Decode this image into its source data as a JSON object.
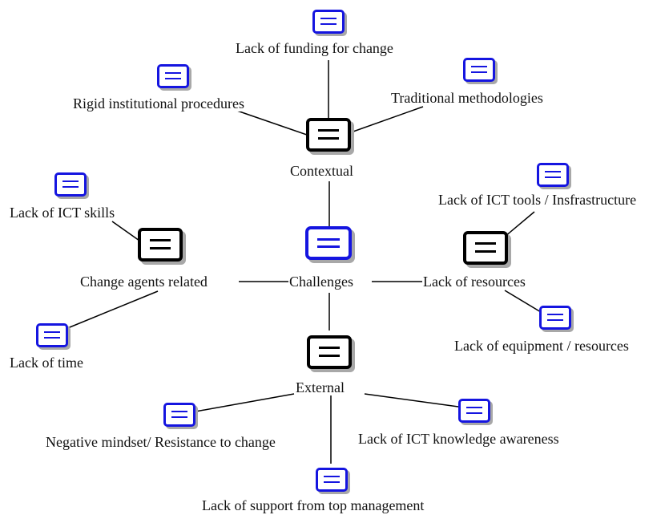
{
  "root": {
    "label": "Challenges"
  },
  "categories": [
    {
      "label": "Contextual"
    },
    {
      "label": "Lack of resources"
    },
    {
      "label": "External"
    },
    {
      "label": "Change agents related"
    }
  ],
  "leaves": {
    "contextual": [
      {
        "label": "Lack of funding for change"
      },
      {
        "label": "Rigid institutional procedures"
      },
      {
        "label": "Traditional methodologies"
      }
    ],
    "resources": [
      {
        "label": "Lack of ICT tools / Insfrastructure"
      },
      {
        "label": "Lack of equipment / resources"
      }
    ],
    "external": [
      {
        "label": "Negative mindset/ Resistance to change"
      },
      {
        "label": "Lack of support from top management"
      },
      {
        "label": "Lack of ICT knowledge awareness"
      }
    ],
    "agents": [
      {
        "label": "Lack of ICT skills"
      },
      {
        "label": "Lack of time"
      }
    ]
  },
  "colors": {
    "leaf_icon": "#1515e0",
    "category_icon": "#000000",
    "shadow": "#a8a8a8",
    "edge": "#000000"
  }
}
